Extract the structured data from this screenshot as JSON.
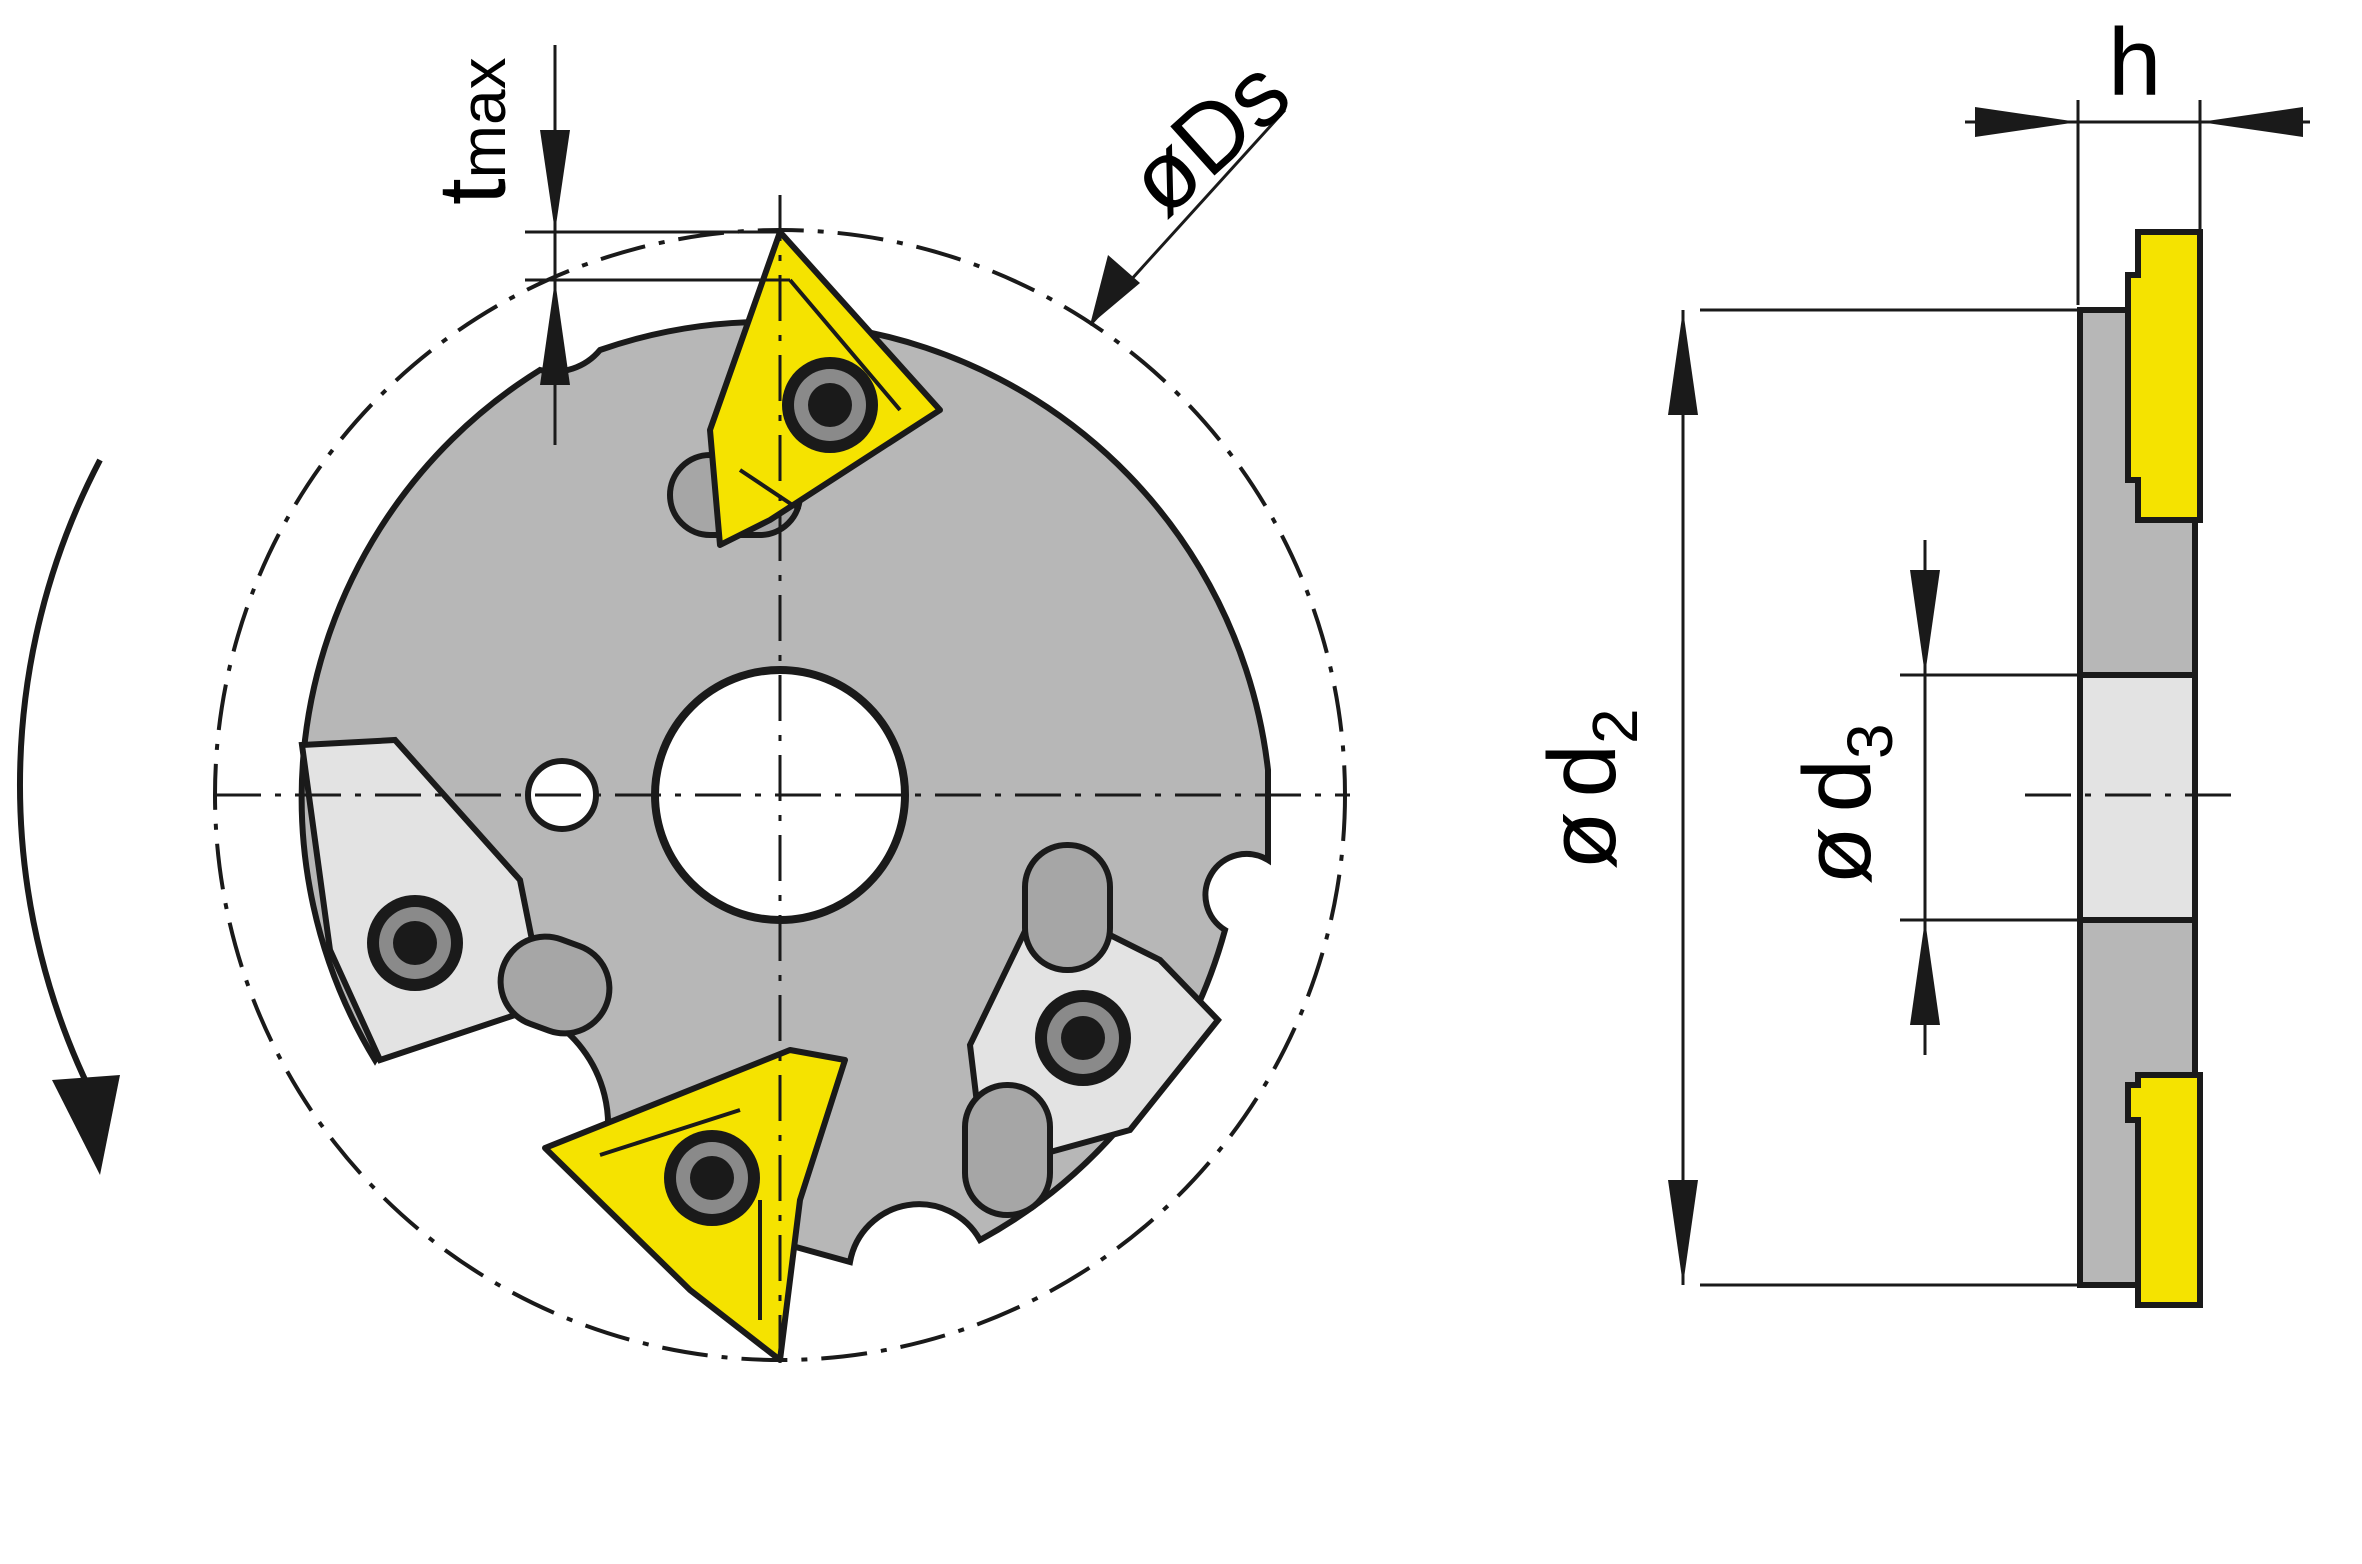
{
  "labels": {
    "tmax_main": "t",
    "tmax_sub": "max",
    "ds_prefix": "ø",
    "ds_main": "Ds",
    "h": "h",
    "d2_prefix": "ø",
    "d2_main": "d",
    "d2_sub": "2",
    "d3_prefix": "ø",
    "d3_main": "d",
    "d3_sub": "3"
  },
  "colors": {
    "body": "#b7b7b7",
    "body_dark": "#a6a6a6",
    "insert": "#f5e300",
    "insert_pocket_light": "#e3e3e3",
    "bore": "#ffffff",
    "line": "#1a1a1a"
  }
}
